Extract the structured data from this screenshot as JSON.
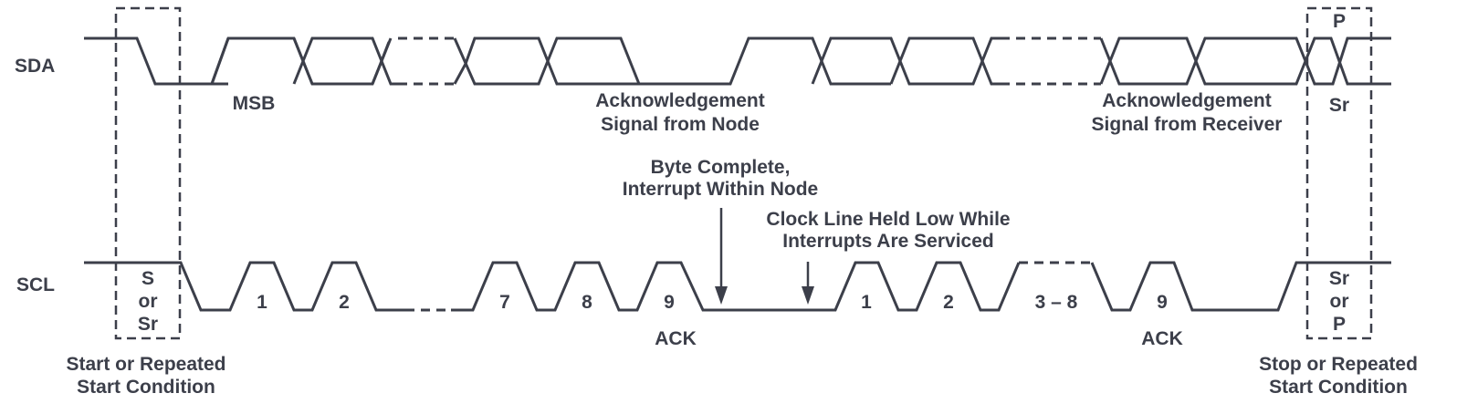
{
  "signals": {
    "sda": "SDA",
    "scl": "SCL"
  },
  "labels": {
    "msb": "MSB",
    "ack_node_line1": "Acknowledgement",
    "ack_node_line2": "Signal from Node",
    "ack_receiver_line1": "Acknowledgement",
    "ack_receiver_line2": "Signal from Receiver",
    "byte_complete_line1": "Byte Complete,",
    "byte_complete_line2": "Interrupt Within Node",
    "clock_held_line1": "Clock Line Held Low While",
    "clock_held_line2": "Interrupts Are Serviced",
    "start_line1": "Start or Repeated",
    "start_line2": "Start Condition",
    "stop_line1": "Stop or Repeated",
    "stop_line2": "Start Condition",
    "start_box": [
      "S",
      "or",
      "Sr"
    ],
    "stop_box_top": "P",
    "stop_box_sr": "Sr",
    "stop_box_bottom": [
      "Sr",
      "or",
      "P"
    ],
    "ack_first": "ACK",
    "ack_second": "ACK"
  },
  "clock_pulses_first": [
    "1",
    "2",
    "7",
    "8",
    "9"
  ],
  "clock_pulses_second": [
    "1",
    "2",
    "3 – 8",
    "9"
  ]
}
